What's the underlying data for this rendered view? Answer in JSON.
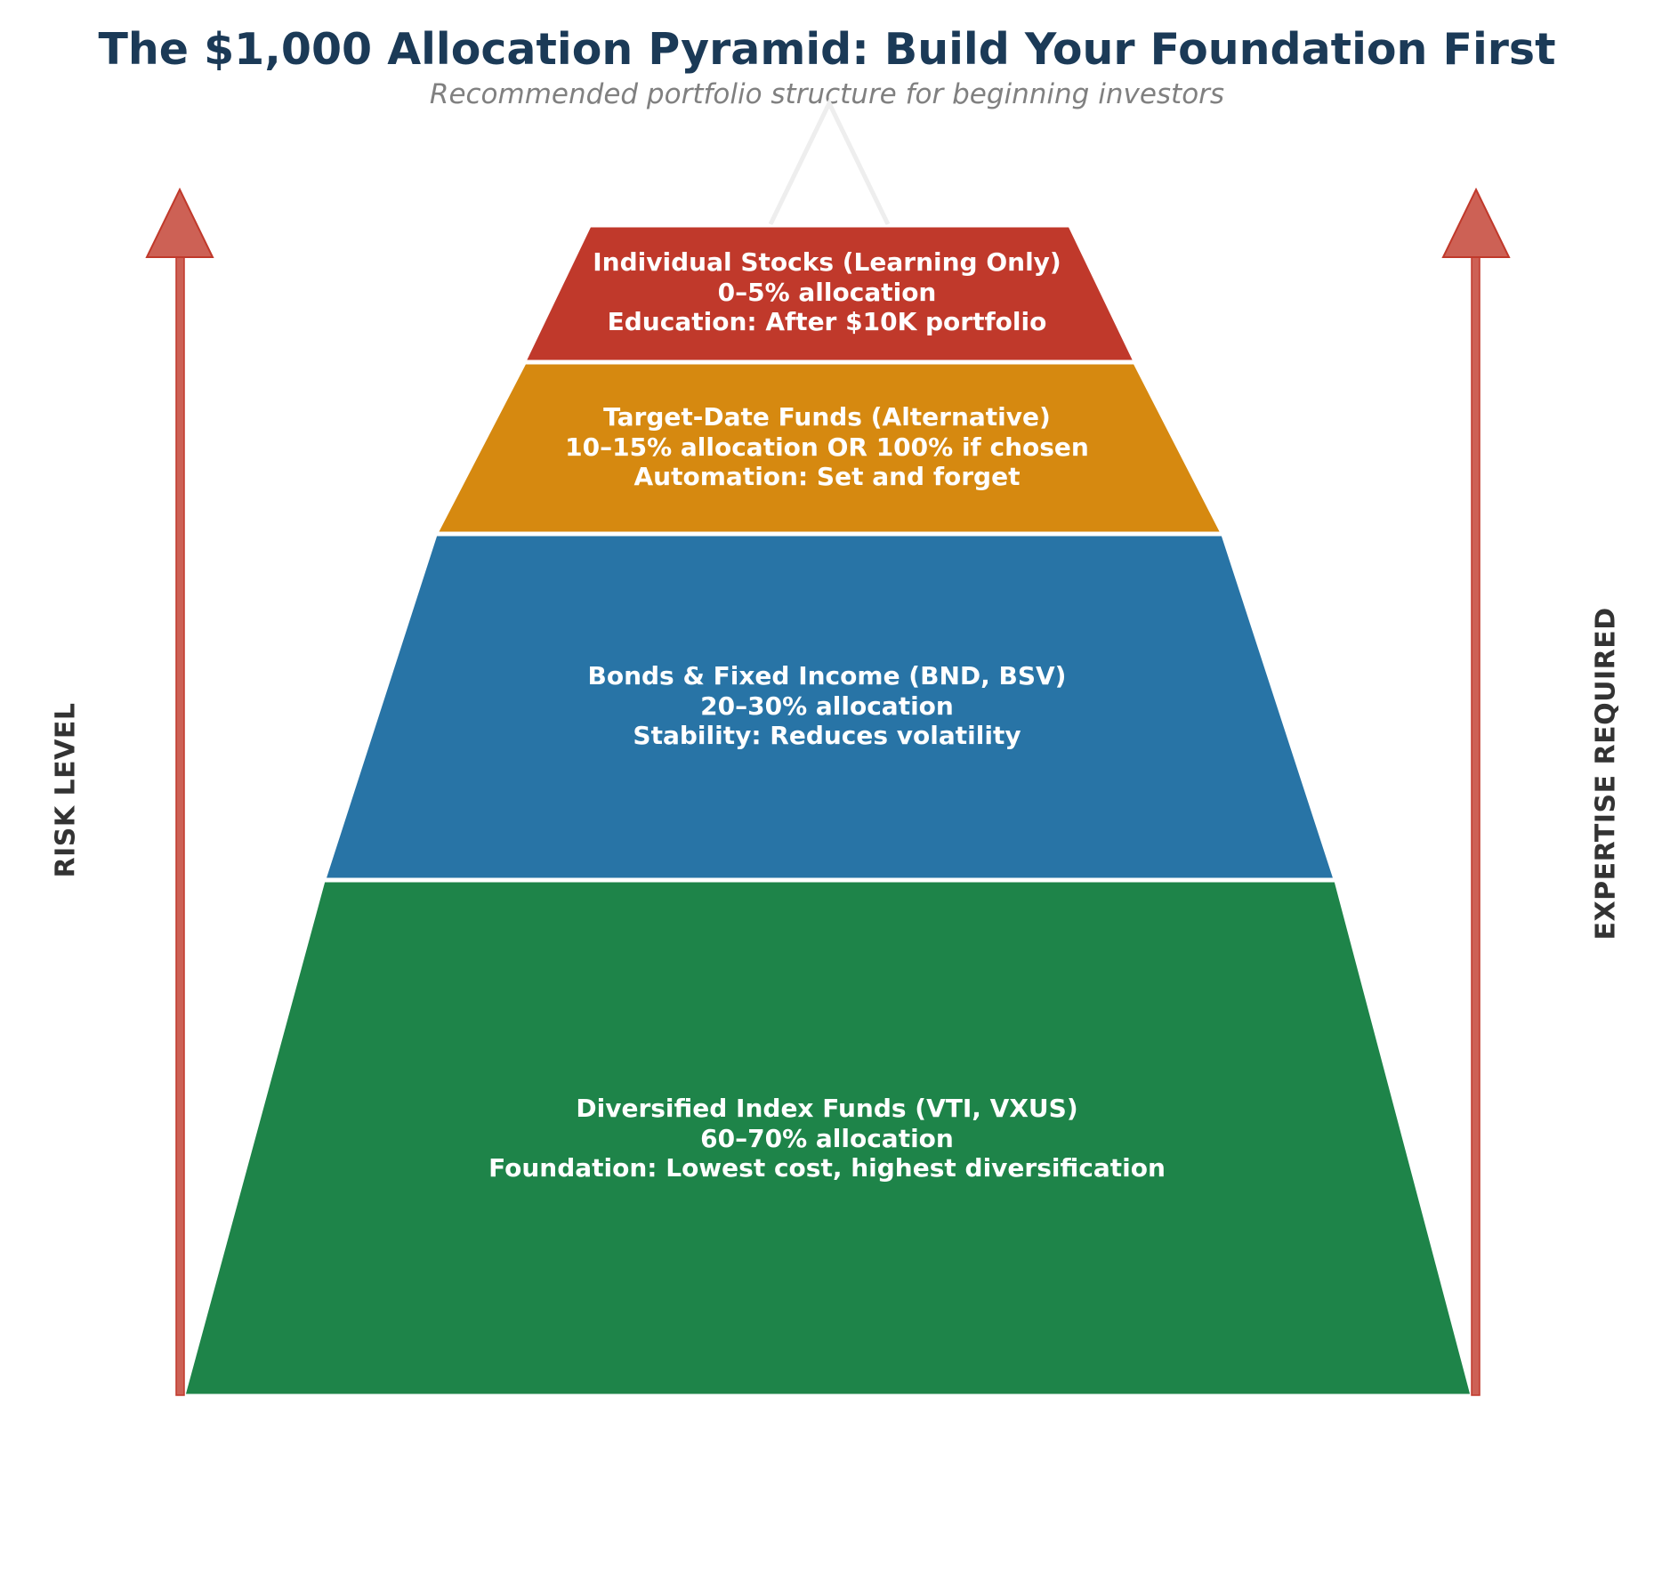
{
  "header": {
    "title": "The $1,000 Allocation Pyramid: Build Your Foundation First",
    "subtitle": "Recommended portfolio structure for beginning investors"
  },
  "axes": {
    "left_label": "RISK LEVEL",
    "right_label": "EXPERTISE REQUIRED",
    "arrow_color": "#c0392b"
  },
  "pyramid": {
    "layers": [
      {
        "name": "Individual Stocks (Learning Only)",
        "allocation": "0–5% allocation",
        "note": "Education: After $10K portfolio",
        "color": "#c0392b"
      },
      {
        "name": "Target-Date Funds (Alternative)",
        "allocation": "10–15% allocation OR 100% if chosen",
        "note": "Automation: Set and forget",
        "color": "#d68910"
      },
      {
        "name": "Bonds & Fixed Income (BND, BSV)",
        "allocation": "20–30% allocation",
        "note": "Stability: Reduces volatility",
        "color": "#2874a6"
      },
      {
        "name": "Diversified Index Funds (VTI, VXUS)",
        "allocation": "60–70% allocation",
        "note": "Foundation: Lowest cost, highest diversification",
        "color": "#1e8449"
      }
    ],
    "apex_outline_color": "#eeeeee"
  }
}
